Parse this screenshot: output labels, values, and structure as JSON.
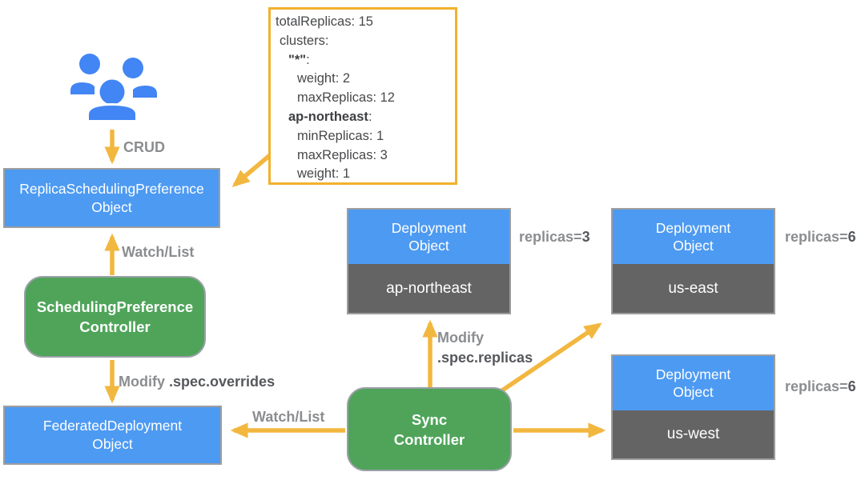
{
  "colors": {
    "node_blue": "#4d9af2",
    "node_green": "#4fa45a",
    "cluster_gray": "#646464",
    "arrow_gold": "#f2b73f",
    "callout_border_gold": "#f2b12d",
    "label_gray": "#8b8d90",
    "label_dark": "#56585c",
    "icon_blue": "#4285f4",
    "border_gray": "#9e9e9e"
  },
  "nodes": {
    "rsp": {
      "line1": "ReplicaSchedulingPreference",
      "line2": "Object"
    },
    "scheduling_controller": {
      "line1": "SchedulingPreference",
      "line2": "Controller"
    },
    "federated_deployment": {
      "line1": "FederatedDeployment",
      "line2": "Object"
    },
    "sync_controller": {
      "line1": "Sync",
      "line2": "Controller"
    }
  },
  "edges": {
    "crud": "CRUD",
    "watch_list_rsp": "Watch/List",
    "watch_list_fd": "Watch/List",
    "modify_overrides": {
      "prefix": "Modify ",
      "bold": ".spec.overrides"
    },
    "modify_replicas": {
      "prefix": "Modify",
      "bold": ".spec.replicas"
    }
  },
  "spec_callout": {
    "lines": [
      {
        "pre": "totalReplicas: 15",
        "bold": "",
        "post": ""
      },
      {
        "pre": "clusters:",
        "bold": "",
        "post": ""
      },
      {
        "pre": "",
        "bold": "\"*\"",
        "post": ":"
      },
      {
        "pre": "weight: 2",
        "bold": "",
        "post": ""
      },
      {
        "pre": "maxReplicas: 12",
        "bold": "",
        "post": ""
      },
      {
        "pre": "",
        "bold": "ap-northeast",
        "post": ":"
      },
      {
        "pre": "minReplicas: 1",
        "bold": "",
        "post": ""
      },
      {
        "pre": "maxReplicas: 3",
        "bold": "",
        "post": ""
      },
      {
        "pre": "weight: 1",
        "bold": "",
        "post": ""
      }
    ]
  },
  "deployments": [
    {
      "line1": "Deployment",
      "line2": "Object",
      "cluster": "ap-northeast",
      "replicas_prefix": "replicas=",
      "replicas_value": "3"
    },
    {
      "line1": "Deployment",
      "line2": "Object",
      "cluster": "us-east",
      "replicas_prefix": "replicas=",
      "replicas_value": "6"
    },
    {
      "line1": "Deployment",
      "line2": "Object",
      "cluster": "us-west",
      "replicas_prefix": "replicas=",
      "replicas_value": "6"
    }
  ]
}
